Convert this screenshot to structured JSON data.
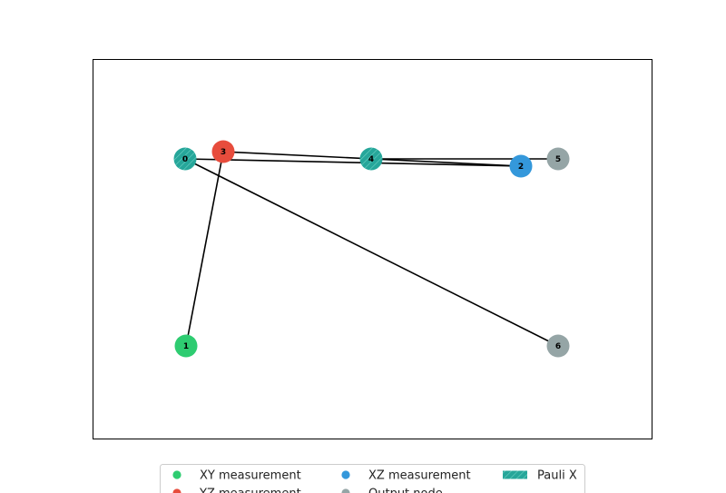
{
  "graph": {
    "nodes": [
      {
        "id": "0",
        "type": "xy",
        "pauli_x": true
      },
      {
        "id": "1",
        "type": "xy",
        "pauli_x": false
      },
      {
        "id": "2",
        "type": "xz",
        "pauli_x": false
      },
      {
        "id": "3",
        "type": "yz",
        "pauli_x": false
      },
      {
        "id": "4",
        "type": "xy",
        "pauli_x": true
      },
      {
        "id": "5",
        "type": "output",
        "pauli_x": false
      },
      {
        "id": "6",
        "type": "output",
        "pauli_x": false
      }
    ],
    "edges": [
      [
        "0",
        "2"
      ],
      [
        "0",
        "6"
      ],
      [
        "3",
        "1"
      ],
      [
        "3",
        "2"
      ],
      [
        "4",
        "5"
      ]
    ]
  },
  "colors": {
    "xy": "#2ecc71",
    "yz": "#e74c3c",
    "xz": "#3498db",
    "output": "#95a5a6",
    "pauli_x": "#26a69a",
    "edge": "#000000",
    "frame": "#000000"
  },
  "legend": {
    "items": [
      {
        "label": "XY measurement",
        "marker": "dot",
        "color_key": "xy"
      },
      {
        "label": "XZ measurement",
        "marker": "dot",
        "color_key": "xz"
      },
      {
        "label": "Pauli X",
        "marker": "patch",
        "color_key": "pauli_x"
      },
      {
        "label": "YZ measurement",
        "marker": "dot",
        "color_key": "yz"
      },
      {
        "label": "Output node",
        "marker": "dot",
        "color_key": "output"
      }
    ]
  }
}
